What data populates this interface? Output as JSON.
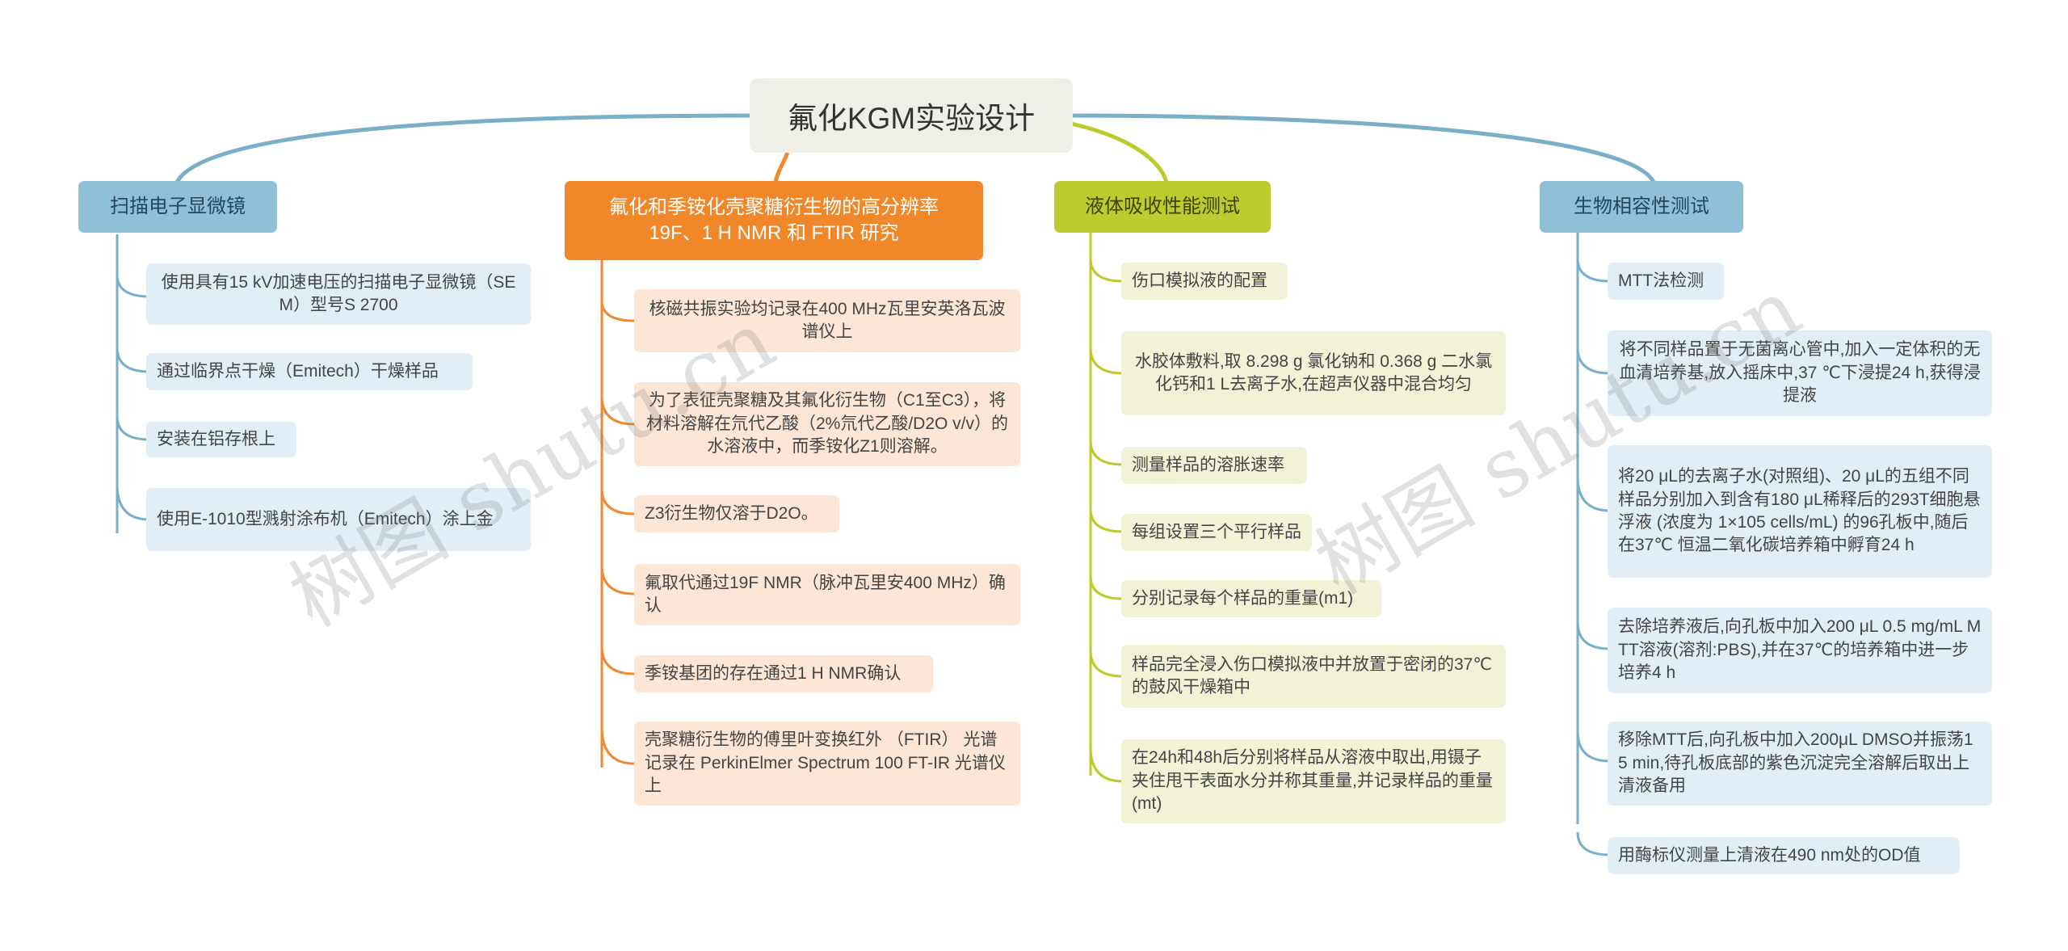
{
  "root": {
    "title": "氟化KGM实验设计"
  },
  "colors": {
    "blue": "#7aafc9",
    "orange": "#ef8a30",
    "yellow": "#bccb2a"
  },
  "branches": [
    {
      "id": "sem",
      "label": "扫描电子显微镜",
      "items": [
        "使用具有15 kV加速电压的扫描电子显微镜（SEM）型号S 2700",
        "通过临界点干燥（Emitech）干燥样品",
        "安装在铝存根上",
        "使用E-1010型溅射涂布机（Emitech）涂上金"
      ]
    },
    {
      "id": "nmr",
      "label": "氟化和季铵化壳聚糖衍生物的高分辨率19F、1 H NMR 和 FTIR 研究",
      "items": [
        "核磁共振实验均记录在400 MHz瓦里安英洛瓦波谱仪上",
        "为了表征壳聚糖及其氟化衍生物（C1至C3），将材料溶解在氘代乙酸（2%氘代乙酸/D2O v/v）的水溶液中，而季铵化Z1则溶解。",
        "Z3衍生物仅溶于D2O。",
        "氟取代通过19F NMR（脉冲瓦里安400 MHz）确认",
        "季铵基团的存在通过1 H NMR确认",
        "壳聚糖衍生物的傅里叶变换红外 （FTIR） 光谱记录在 PerkinElmer Spectrum 100 FT-IR 光谱仪上"
      ]
    },
    {
      "id": "liquid",
      "label": "液体吸收性能测试",
      "items": [
        "伤口模拟液的配置",
        "水胶体敷料,取 8.298 g 氯化钠和 0.368 g 二水氯化钙和1 L去离子水,在超声仪器中混合均匀",
        "测量样品的溶胀速率",
        "每组设置三个平行样品",
        "分别记录每个样品的重量(m1)",
        "样品完全浸入伤口模拟液中并放置于密闭的37℃的鼓风干燥箱中",
        "在24h和48h后分别将样品从溶液中取出,用镊子夹住甩干表面水分并称其重量,并记录样品的重量(mt)"
      ]
    },
    {
      "id": "bio",
      "label": "生物相容性测试",
      "items": [
        "MTT法检测",
        "将不同样品置于无菌离心管中,加入一定体积的无血清培养基,放入摇床中,37 ℃下浸提24 h,获得浸提液",
        "将20 μL的去离子水(对照组)、20 μL的五组不同样品分别加入到含有180 μL稀释后的293T细胞悬浮液 (浓度为 1×105 cells/mL) 的96孔板中,随后在37℃ 恒温二氧化碳培养箱中孵育24 h",
        "去除培养液后,向孔板中加入200 μL 0.5 mg/mL MTT溶液(溶剂:PBS),并在37℃的培养箱中进一步培养4 h",
        "移除MTT后,向孔板中加入200μL DMSO并振荡15 min,待孔板底部的紫色沉淀完全溶解后取出上清液备用",
        "用酶标仪测量上清液在490 nm处的OD值"
      ]
    }
  ],
  "watermarks": [
    "树图 shutu.cn",
    "树图 shutu.cn"
  ]
}
